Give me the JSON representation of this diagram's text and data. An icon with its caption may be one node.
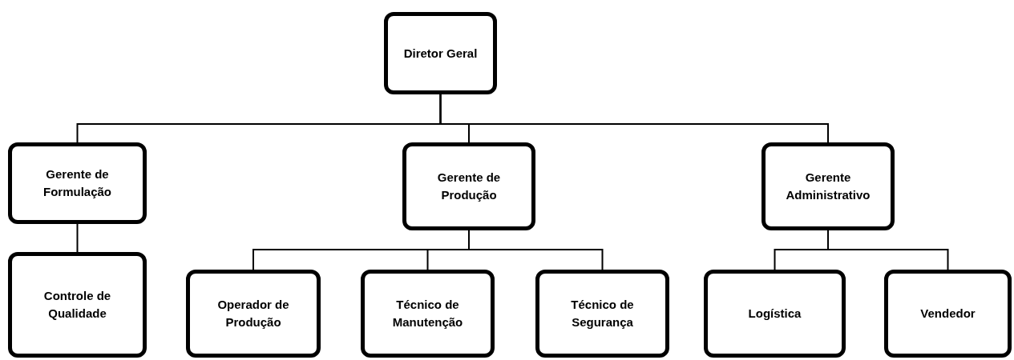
{
  "diagram": {
    "nodes": [
      {
        "text": [
          "Diretor Geral"
        ]
      },
      {
        "text": [
          "Gerente de Formulação"
        ]
      },
      {
        "text": [
          "Gerente de Produção"
        ]
      },
      {
        "text": [
          "Gerente Administrativo"
        ]
      },
      {
        "text": [
          "Controle de Qualidade"
        ]
      },
      {
        "text": [
          "Operador de Produção"
        ]
      },
      {
        "text": [
          "Técnico de Manutenção"
        ]
      },
      {
        "text": [
          "Técnico de Segurança"
        ]
      },
      {
        "text": [
          "Logística"
        ]
      },
      {
        "text": [
          "Vendedor"
        ]
      }
    ],
    "edges": [
      {
        "from": 0,
        "to": 1,
        "arrow": "none"
      },
      {
        "from": 0,
        "to": 2,
        "arrow": "none"
      },
      {
        "from": 0,
        "to": 3,
        "arrow": "none"
      },
      {
        "from": 1,
        "to": 4,
        "arrow": "none"
      },
      {
        "from": 2,
        "to": 5,
        "arrow": "none"
      },
      {
        "from": 2,
        "to": 6,
        "arrow": "none"
      },
      {
        "from": 2,
        "to": 7,
        "arrow": "none"
      },
      {
        "from": 3,
        "to": 8,
        "arrow": "none"
      },
      {
        "from": 3,
        "to": 9,
        "arrow": "none"
      }
    ]
  }
}
